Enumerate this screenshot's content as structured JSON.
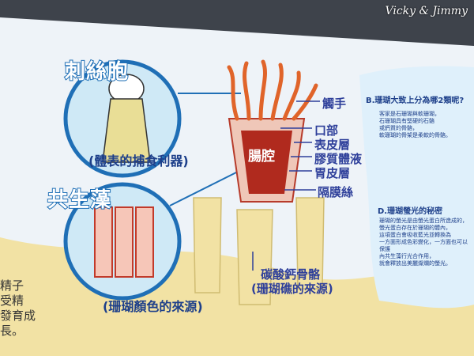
{
  "watermark": "Vicky & Jimmy",
  "left_panel": {
    "title": "刺絲胞",
    "caption": "(體表的捕食利器)"
  },
  "left_panel2": {
    "title": "共生藻",
    "caption": "(珊瑚顏色的來源)"
  },
  "polyp": {
    "cavity_label": "腸腔",
    "labels": [
      "觸手",
      "口部",
      "表皮層",
      "膠質體液",
      "胃皮層",
      "隔膜絲"
    ],
    "skeleton_label_1": "碳酸鈣骨骼",
    "skeleton_label_2": "(珊瑚礁的來源)"
  },
  "right_panel": {
    "question_b": "B.珊瑚大致上分為哪2類呢?",
    "text_b": [
      "客家是石珊瑚與軟珊瑚，",
      "石珊瑚具有堅硬的石骼",
      "或鈣質的骨骼，",
      "軟珊瑚的骨架是柔軟的骨骼。"
    ],
    "question_d": "D.珊瑚螢光的秘密",
    "text_d": [
      "珊瑚的螢光是由螢光蛋白所造成的，",
      "螢光蛋白存在於珊瑚的體內，",
      "這項蛋白會吸收藍光並轉換為",
      "一方面形成色彩變化，一方面也可以保護",
      "內共生藻行光合作用，",
      "就會釋放出美麗燦爛的螢光。"
    ]
  },
  "left_edge": {
    "lines": [
      "精子",
      "受精",
      "發育成長。"
    ]
  },
  "colors": {
    "board": "#eef3f8",
    "blue_accent": "#1f6fb6",
    "tentacle": "#e0642a",
    "yellow": "#f2e2a4"
  }
}
